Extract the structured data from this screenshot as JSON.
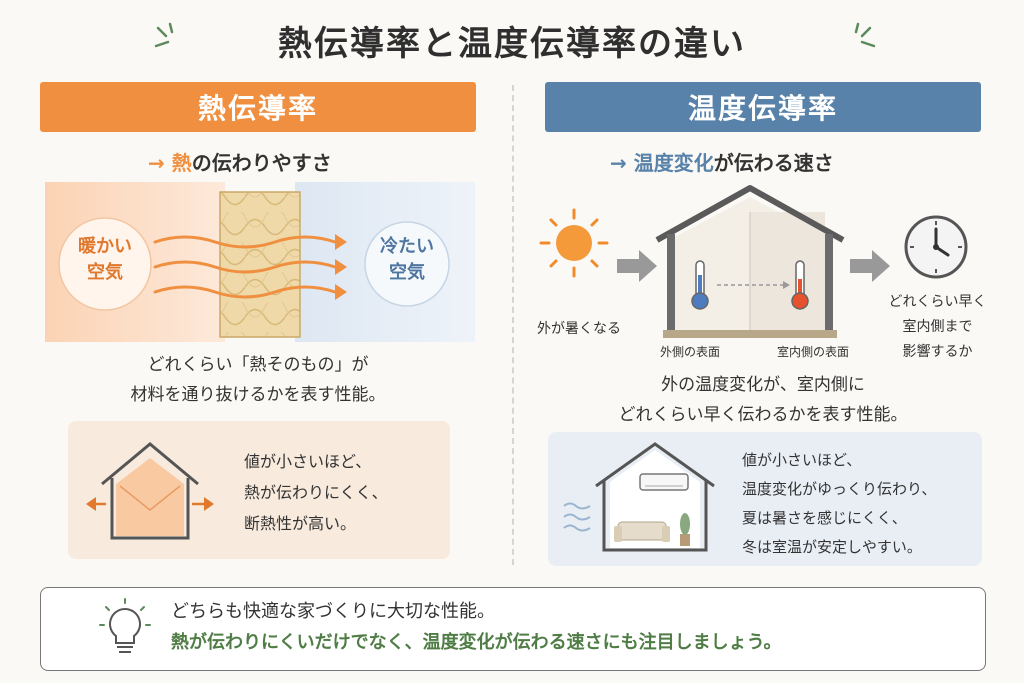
{
  "title": "熱伝導率と温度伝導率の違い",
  "left": {
    "header": "熱伝導率",
    "subtitle": {
      "arrow": "→",
      "highlight": "熱",
      "rest": "の伝わりやすさ"
    },
    "warm_label": [
      "暖かい",
      "空気"
    ],
    "cool_label": [
      "冷たい",
      "空気"
    ],
    "description": [
      "どれくらい「熱そのもの」が",
      "材料を通り抜けるかを表す性能。"
    ],
    "note": [
      "値が小さいほど、",
      "熱が伝わりにくく、",
      "断熱性が高い。"
    ]
  },
  "right": {
    "header": "温度伝導率",
    "subtitle": {
      "arrow": "→",
      "highlight": "温度変化",
      "rest": "が伝わる速さ"
    },
    "outside_label": "外が暑くなる",
    "outer_surface_label": "外側の表面",
    "inner_surface_label": "室内側の表面",
    "clock_label": [
      "どれくらい早く",
      "室内側まで",
      "影響するか"
    ],
    "description": [
      "外の温度変化が、室内側に",
      "どれくらい早く伝わるかを表す性能。"
    ],
    "note": [
      "値が小さいほど、",
      "温度変化がゆっくり伝わり、",
      "夏は暑さを感じにくく、",
      "冬は室温が安定しやすい。"
    ]
  },
  "bottom": {
    "line1": "どちらも快適な家づくりに大切な性能。",
    "line2": "熱が伝わりにくいだけでなく、温度変化が伝わる速さにも注目しましょう。"
  },
  "colors": {
    "orange": "#ef8f3f",
    "blue": "#5882a9",
    "green": "#4f7d45"
  },
  "icons": [
    "sparkle-icon",
    "heat-arrow-icon",
    "insulation-icon",
    "house-icon",
    "sun-icon",
    "arrow-right-icon",
    "thermometer-icon",
    "clock-icon",
    "air-conditioner-icon",
    "sofa-icon",
    "plant-icon",
    "lightbulb-icon",
    "wave-icon"
  ]
}
